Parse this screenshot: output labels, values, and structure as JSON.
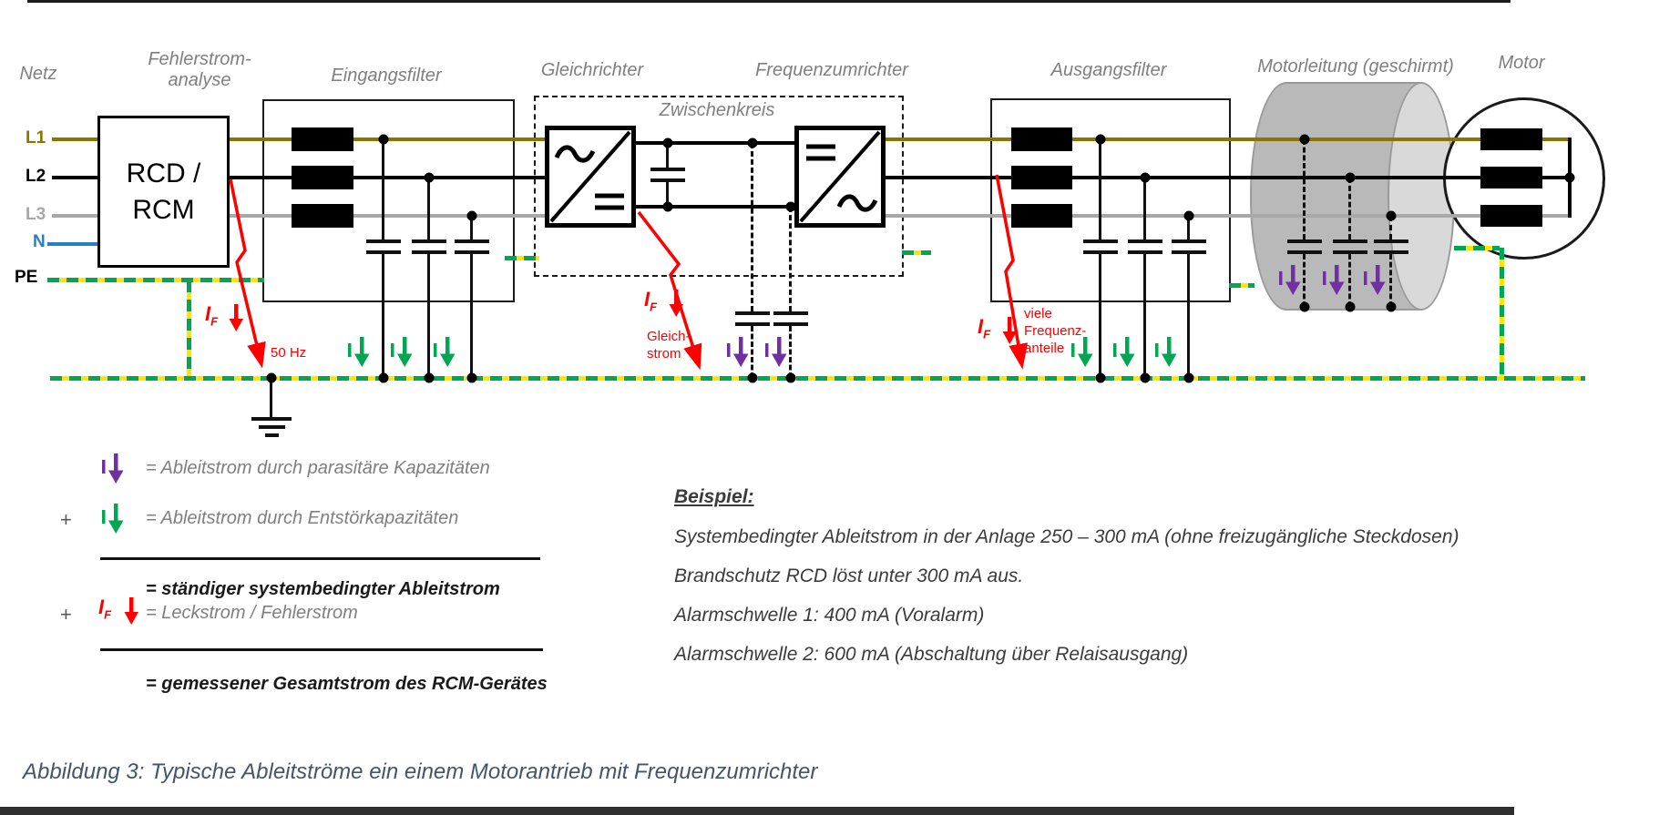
{
  "sections": {
    "netz": "Netz",
    "fehlerstrom_1": "Fehlerstrom-",
    "fehlerstrom_2": "analyse",
    "eingangsfilter": "Eingangsfilter",
    "gleichrichter": "Gleichrichter",
    "zwischenkreis": "Zwischenkreis",
    "frequenzumrichter": "Frequenzumrichter",
    "ausgangsfilter": "Ausgangsfilter",
    "motorleitung": "Motorleitung (geschirmt)",
    "motor": "Motor"
  },
  "lines": {
    "l1": "L1",
    "l2": "L2",
    "l3": "L3",
    "n": "N",
    "pe": "PE"
  },
  "rcd": {
    "line1": "RCD /",
    "line2": "RCM"
  },
  "annotations": {
    "if_sym": "I",
    "if_sub": "F",
    "hz": "50 Hz",
    "gleichstrom_1": "Gleich-",
    "gleichstrom_2": "strom",
    "viele_1": "viele",
    "viele_2": "Frequenz-",
    "viele_3": "anteile"
  },
  "legend": {
    "plus": "+",
    "rows": [
      {
        "text": "= Ableitstrom durch parasitäre Kapazitäten"
      },
      {
        "text": "= Ableitstrom durch Entstörkapazitäten"
      },
      {
        "text": "= ständiger systembedingter Ableitstrom"
      },
      {
        "text": "= Leckstrom / Fehlerstrom"
      },
      {
        "text": "= gemessener Gesamtstrom des RCM-Gerätes"
      }
    ]
  },
  "beispiel": {
    "heading": "Beispiel:",
    "lines": [
      "Systembedingter Ableitstrom in der Anlage 250 – 300 mA (ohne freizugängliche Steckdosen)",
      "Brandschutz RCD löst unter 300 mA aus.",
      "Alarmschwelle 1: 400 mA (Voralarm)",
      "Alarmschwelle 2: 600 mA (Abschaltung über Relaisausgang)"
    ]
  },
  "caption": "Abbildung 3: Typische Ableitströme ein einem Motorantrieb mit Frequenzumrichter",
  "colors": {
    "l1_olive": "#8a7500",
    "l2_black": "#000000",
    "l3_gray": "#a8a8a8",
    "n_blue": "#2780c3",
    "pe_green": "#00a651",
    "pe_yellow": "#ffe500",
    "fault_red": "#fe0000",
    "parasitic_purple": "#7030a0",
    "entstoer_green": "#00a651",
    "label_gray": "#7f7f7f",
    "caption_color": "#44546a"
  }
}
